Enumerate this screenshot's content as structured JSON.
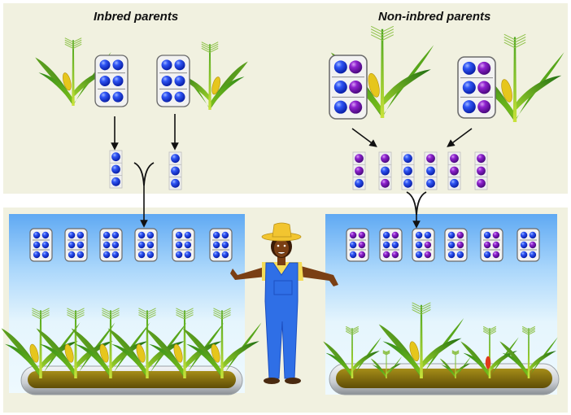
{
  "titles": {
    "inbred": "Inbred parents",
    "non_inbred": "Non-inbred parents"
  },
  "colors": {
    "panel_bg": "#f1f1e0",
    "allele_blue": "#1f3fe6",
    "allele_purple": "#8a1fc4",
    "hat": "#f2c530",
    "shirt": "#f5dc57",
    "overalls": "#2f6fe6",
    "skin": "#7a3f14",
    "soil": "#8a7510",
    "ear_red": "#e0391a",
    "ear_yellow": "#e6c61c"
  },
  "inbred": {
    "parents": [
      {
        "genotype": [
          [
            "blue",
            "blue"
          ],
          [
            "blue",
            "blue"
          ],
          [
            "blue",
            "blue"
          ]
        ]
      },
      {
        "genotype": [
          [
            "blue",
            "blue"
          ],
          [
            "blue",
            "blue"
          ],
          [
            "blue",
            "blue"
          ]
        ]
      }
    ],
    "gametes": [
      [
        "blue",
        "blue",
        "blue"
      ],
      [
        "blue",
        "blue",
        "blue"
      ]
    ],
    "offspring": [
      [
        [
          "blue",
          "blue"
        ],
        [
          "blue",
          "blue"
        ],
        [
          "blue",
          "blue"
        ]
      ],
      [
        [
          "blue",
          "blue"
        ],
        [
          "blue",
          "blue"
        ],
        [
          "blue",
          "blue"
        ]
      ],
      [
        [
          "blue",
          "blue"
        ],
        [
          "blue",
          "blue"
        ],
        [
          "blue",
          "blue"
        ]
      ],
      [
        [
          "blue",
          "blue"
        ],
        [
          "blue",
          "blue"
        ],
        [
          "blue",
          "blue"
        ]
      ],
      [
        [
          "blue",
          "blue"
        ],
        [
          "blue",
          "blue"
        ],
        [
          "blue",
          "blue"
        ]
      ],
      [
        [
          "blue",
          "blue"
        ],
        [
          "blue",
          "blue"
        ],
        [
          "blue",
          "blue"
        ]
      ]
    ],
    "plants": [
      {
        "size": "uniform",
        "ear": "yellow"
      },
      {
        "size": "uniform",
        "ear": "yellow"
      },
      {
        "size": "uniform",
        "ear": "yellow"
      },
      {
        "size": "uniform",
        "ear": "yellow"
      },
      {
        "size": "uniform",
        "ear": "yellow"
      },
      {
        "size": "uniform",
        "ear": "yellow"
      }
    ]
  },
  "non_inbred": {
    "parents": [
      {
        "genotype": [
          [
            "blue",
            "purple"
          ],
          [
            "blue",
            "purple"
          ],
          [
            "blue",
            "purple"
          ]
        ]
      },
      {
        "genotype": [
          [
            "blue",
            "purple"
          ],
          [
            "blue",
            "purple"
          ],
          [
            "blue",
            "purple"
          ]
        ]
      }
    ],
    "gametes": [
      [
        "purple",
        "purple",
        "blue"
      ],
      [
        "purple",
        "blue",
        "purple"
      ],
      [
        "blue",
        "blue",
        "blue"
      ],
      [
        "purple",
        "blue",
        "blue"
      ],
      [
        "purple",
        "purple",
        "blue"
      ],
      [
        "purple",
        "purple",
        "purple"
      ]
    ],
    "offspring": [
      [
        [
          "purple",
          "purple"
        ],
        [
          "blue",
          "purple"
        ],
        [
          "blue",
          "purple"
        ]
      ],
      [
        [
          "blue",
          "purple"
        ],
        [
          "blue",
          "blue"
        ],
        [
          "purple",
          "purple"
        ]
      ],
      [
        [
          "blue",
          "blue"
        ],
        [
          "blue",
          "purple"
        ],
        [
          "blue",
          "purple"
        ]
      ],
      [
        [
          "blue",
          "purple"
        ],
        [
          "blue",
          "purple"
        ],
        [
          "blue",
          "blue"
        ]
      ],
      [
        [
          "blue",
          "purple"
        ],
        [
          "purple",
          "purple"
        ],
        [
          "blue",
          "purple"
        ]
      ],
      [
        [
          "blue",
          "blue"
        ],
        [
          "blue",
          "purple"
        ],
        [
          "blue",
          "blue"
        ]
      ]
    ],
    "plants": [
      {
        "size": "medium",
        "ear": "none"
      },
      {
        "size": "small",
        "ear": "none"
      },
      {
        "size": "tall",
        "ear": "yellow"
      },
      {
        "size": "small",
        "ear": "none"
      },
      {
        "size": "medium",
        "ear": "red"
      },
      {
        "size": "medium",
        "ear": "none"
      }
    ]
  },
  "symbols": {
    "cross": "cross-symbol",
    "arrow": "arrow-down"
  }
}
